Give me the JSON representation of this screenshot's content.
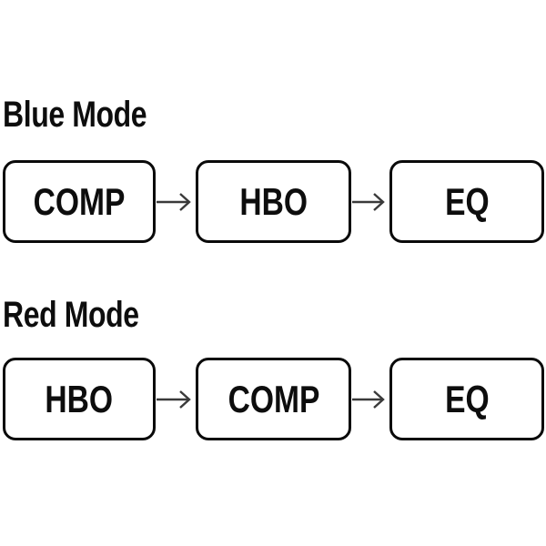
{
  "diagram": {
    "title_blue": "Blue Mode",
    "title_red": "Red Mode",
    "colors": {
      "background": "#ffffff",
      "box_border": "#0a0a0a",
      "text": "#0d0d0d",
      "arrow": "#3a3a3a"
    },
    "rows": [
      {
        "id": "blue-mode",
        "heading": "Blue Mode",
        "nodes": [
          {
            "label": "COMP"
          },
          {
            "label": "HBO"
          },
          {
            "label": "EQ"
          }
        ],
        "connectors": [
          {
            "icon": "arrow-right-icon"
          },
          {
            "icon": "arrow-right-icon"
          }
        ]
      },
      {
        "id": "red-mode",
        "heading": "Red Mode",
        "nodes": [
          {
            "label": "HBO"
          },
          {
            "label": "COMP"
          },
          {
            "label": "EQ"
          }
        ],
        "connectors": [
          {
            "icon": "arrow-right-icon"
          },
          {
            "icon": "arrow-right-icon"
          }
        ]
      }
    ]
  }
}
